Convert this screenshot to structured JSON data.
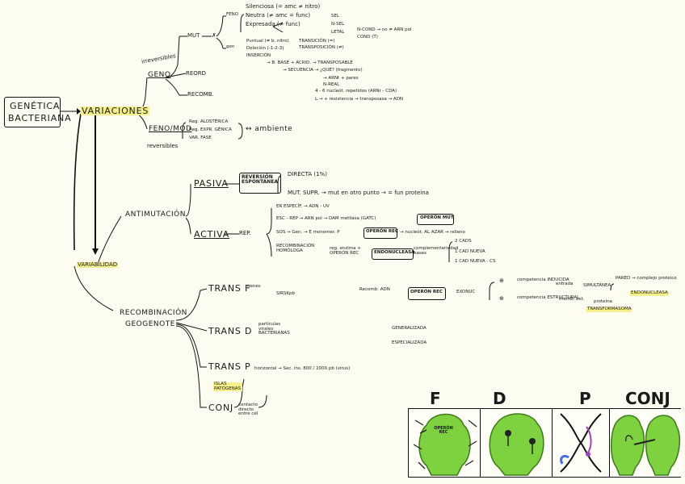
{
  "root": {
    "title_line1": "GENÉTICA",
    "title_line2": "BACTERIANA"
  },
  "variaciones": {
    "label": "VARIACIONES",
    "irreversibles": "irreversibles",
    "geno": "GENO",
    "mut": "MUT",
    "reord": "REORD",
    "recomb": "RECOMB.",
    "feno_branch": "FENO",
    "silenciosa": "Silenciosa (= amc ≠ nitro)",
    "neutra": "Neutra (≠ amc = func)",
    "expresada": "Expresada (≠ func)",
    "sel": "SEL",
    "n_sel": "N-SEL",
    "letal": "LETAL",
    "n_cond": "N-COND → no ≠ ARN pol",
    "cond": "COND (T)",
    "gen_label": "gen",
    "puntual": "Puntual (≠ b. nitro)",
    "delecion": "Deleción (-1-2-3)",
    "insercion": "INSERCIÓN",
    "transicion": "TRANSICIÓN (=)",
    "transposicion": "TRANSPOSICIÓN (≠)",
    "misc_a": "→ B. BASE + ACRID. → TRANSPOSABLE",
    "misc_b": "→ SECUENCIA → ¿QUÉ? (fragmento)",
    "misc_c": "→ ARNt + pares",
    "misc_d": "N-REAL",
    "misc_e": "4 - 6 nucleót. repetidos (ARNr - CDA)",
    "misc_f": "L → + resistencia → transposasa → ADN",
    "feno_mod": "FENO/MOD",
    "reversibles": "reversibles",
    "reg_alos": "Reg. ALOSTÉRICA",
    "reg_expr": "Reg. EXPR. GÉNICA",
    "var_fase": "VAR. FASE",
    "ambiente": "↔ ambiente"
  },
  "variabilidad": "VARIABILIDAD",
  "antimutacion": {
    "label": "ANTIMUTACIÓN",
    "pasiva": "PASIVA",
    "activa": "ACTIVA",
    "reversion": "REVERSIÓN ESPONTÁNEA",
    "directa": "DIRECTA (1%)",
    "mut_supr": "MUT. SUPR. → mut en otro punto → = fun proteína",
    "rep": "REP.",
    "er": "ER ESPECÍF. → ADN - UV",
    "esc_rep": "ESC - REP → ARN pol → DAM metilasa (GATC)",
    "operon_mut": "OPERÓN MUT",
    "sos": "SOS → Gen. → E monomer. P",
    "operon_rec": "OPERÓN REC",
    "nucleot": "→ nucleót. AL AZAR → relleno",
    "recomb_homol": "RECOMBINACIÓN HOMÓLOGA",
    "reg_enzima": "reg. enzima + OPERÓN REC",
    "endonucleasa": "ENDONUCLEASA",
    "complement": "complementariedad bases",
    "caso1": "2 CADS",
    "caso2": "1 CAD NUEVA",
    "caso3": "1 CAD NUEVA - CS"
  },
  "recomb_geno": {
    "label_line1": "RECOMBINACIÓN",
    "label_line2": "GEOGENOTE",
    "trans_f": "TRANS F",
    "trans_f_sub1": "genes",
    "trans_f_sub2": "SIRSKpb",
    "trans_f_recomb": "Recomb. ADN",
    "operon_rec": "OPERÓN REC",
    "exonuc": "EXONUC",
    "competencia_ind": "competencia INDUCIDA",
    "competencia_est": "competencia ESTRUCTURAL",
    "entrada": "entrada",
    "memb": "memb. ext.",
    "simultanea": "SIMULTÁNEA",
    "pared": "PARED → complejo proteico",
    "endonucleasa": "ENDONUCLEASA",
    "proteina": "proteína",
    "transformasoma": "TRANSFORMASOMA",
    "trans_d": "TRANS D",
    "trans_d_sub": "partículas virales BACTERIANAS",
    "trans_p": "TRANS P",
    "trans_p_sub": "horizontal → Sec. ins. 800 / 2000 pb (virus)",
    "isla": "ISLAS PATÓGENAS",
    "conj": "CONJ",
    "conj_sub": "contacto directo entre cél",
    "generalizada": "GENERALIZADA",
    "especializada": "ESPECIALIZADA"
  },
  "panel": {
    "f": "F",
    "d": "D",
    "p": "P",
    "conj": "CONJ",
    "operon": "OPERÓN REC"
  },
  "colors": {
    "highlight": "#f6f08a",
    "bacteria_green": "#7ed13f",
    "background": "#fdfcf0"
  }
}
